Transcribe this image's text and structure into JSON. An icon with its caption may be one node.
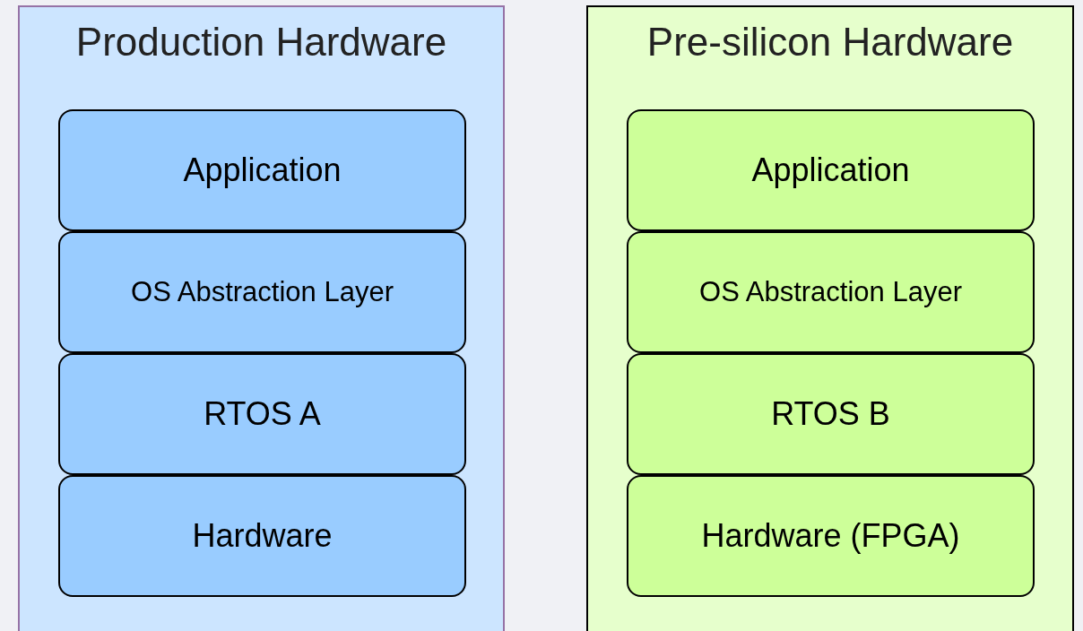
{
  "diagram": {
    "nodes": [
      {
        "text": [
          "Production Hardware"
        ]
      },
      {
        "text": [
          "Application"
        ],
        "in": 0
      },
      {
        "text": [
          "OS Abstraction Layer"
        ],
        "in": 0
      },
      {
        "text": [
          "RTOS A"
        ],
        "in": 0
      },
      {
        "text": [
          "Hardware"
        ],
        "in": 0
      },
      {
        "text": [
          "Pre-silicon Hardware"
        ]
      },
      {
        "text": [
          "Application"
        ],
        "in": 5
      },
      {
        "text": [
          "OS Abstraction Layer"
        ],
        "in": 5
      },
      {
        "text": [
          "RTOS B"
        ],
        "in": 5
      },
      {
        "text": [
          "Hardware (FPGA)"
        ],
        "in": 5
      }
    ]
  }
}
